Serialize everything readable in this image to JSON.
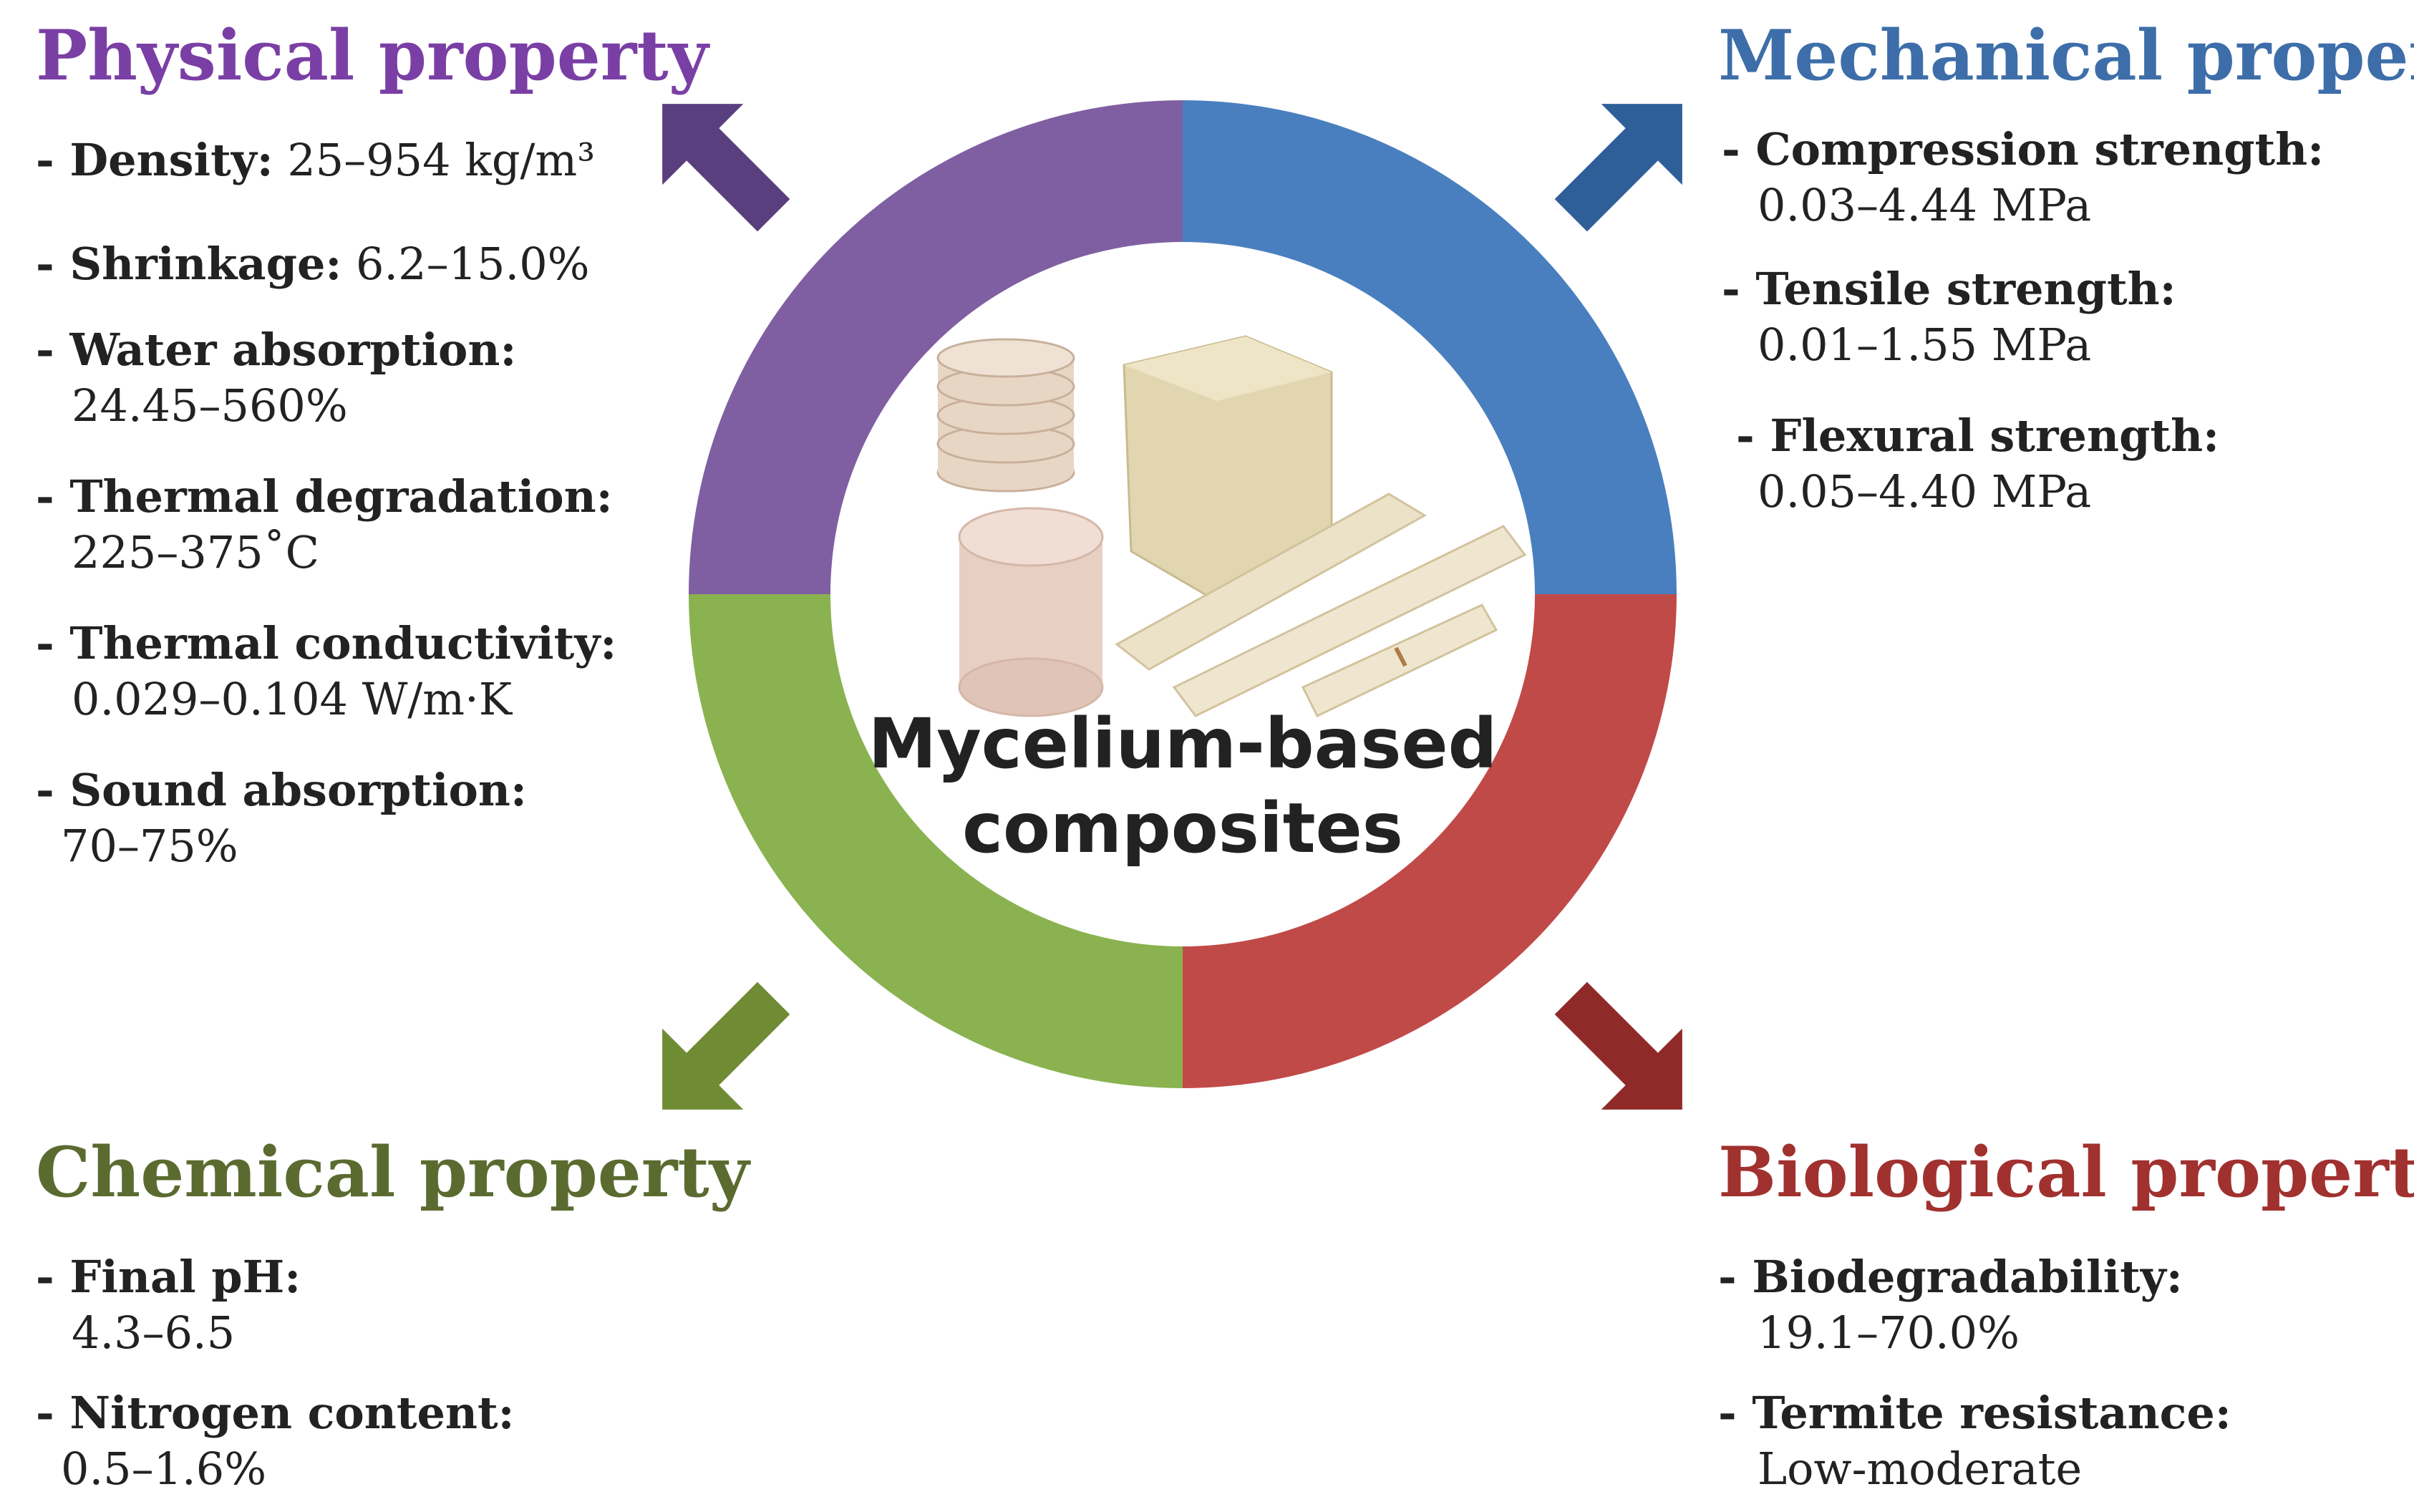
{
  "center": {
    "line1": "Mycelium-based",
    "line2": "composites"
  },
  "colors": {
    "physical": "#7f5fa1",
    "mechanical": "#4a7fbf",
    "chemical": "#8ab250",
    "biological": "#c04a48",
    "physical_title": "#7a3fa4",
    "mechanical_title": "#3d6ea9",
    "chemical_title": "#5b6b30",
    "biological_title": "#a0312f"
  },
  "physical": {
    "title": "Physical property",
    "items": [
      {
        "label": "- Density:",
        "value": " 25–954 kg/m³"
      },
      {
        "label": "- Shrinkage:",
        "value": " 6.2–15.0%"
      },
      {
        "label": "- Water absorption:",
        "value": "24.45–560%"
      },
      {
        "label": "- Thermal degradation:",
        "value": "225–375˚C"
      },
      {
        "label": "- Thermal conductivity:",
        "value": "0.029–0.104 W/m·K"
      },
      {
        "label": "- Sound absorption:",
        "value": "70–75%"
      }
    ]
  },
  "mechanical": {
    "title": "Mechanical property",
    "items": [
      {
        "label": "- Compression strength:",
        "value": "0.03–4.44 MPa"
      },
      {
        "label": "- Tensile strength:",
        "value": "0.01–1.55 MPa"
      },
      {
        "label": "- Flexural strength:",
        "value": "0.05–4.40 MPa"
      }
    ]
  },
  "chemical": {
    "title": "Chemical property",
    "items": [
      {
        "label": "- Final pH:",
        "value": "4.3–6.5"
      },
      {
        "label": "- Nitrogen content:",
        "value": "0.5–1.6%"
      }
    ]
  },
  "biological": {
    "title": "Biological property",
    "items": [
      {
        "label": "- Biodegradability:",
        "value": "19.1–70.0%"
      },
      {
        "label": "- Termite resistance:",
        "value": "Low-moderate"
      }
    ]
  }
}
